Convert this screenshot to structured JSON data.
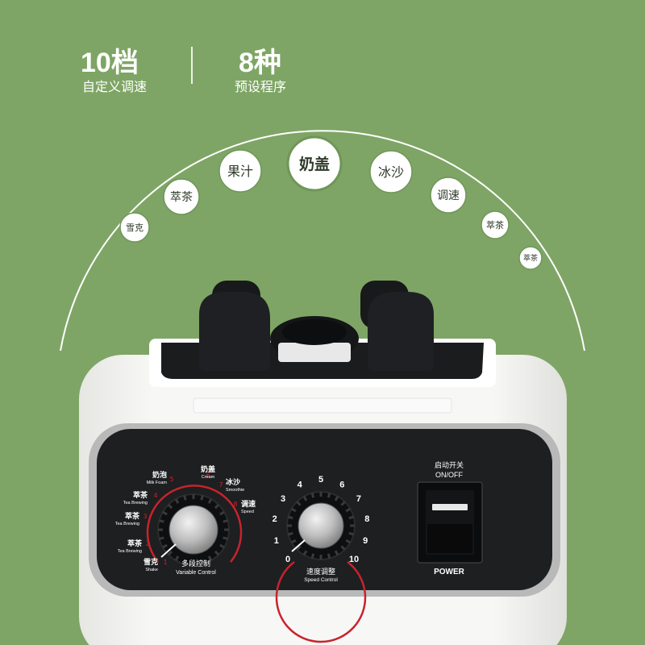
{
  "stats": [
    {
      "number": "10档",
      "label": "自定义调速"
    },
    {
      "number": "8种",
      "label": "预设程序"
    }
  ],
  "arc_labels": [
    "雪克",
    "萃茶",
    "果汁",
    "奶盖",
    "冰沙",
    "调速",
    "萃茶",
    "萃茶"
  ],
  "left_knob": {
    "modes": [
      {
        "num": "1",
        "zh": "雪克",
        "en": "Shake"
      },
      {
        "num": "2",
        "zh": "萃茶",
        "en": "Tea Brewing"
      },
      {
        "num": "3",
        "zh": "萃茶",
        "en": "Tea Brewing"
      },
      {
        "num": "4",
        "zh": "萃茶",
        "en": "Tea Brewing"
      },
      {
        "num": "5",
        "zh": "奶泡",
        "en": "Milk Foam"
      },
      {
        "num": "6",
        "zh": "奶盖",
        "en": "Cream"
      },
      {
        "num": "7",
        "zh": "冰沙",
        "en": "Smoothie"
      },
      {
        "num": "8",
        "zh": "调速",
        "en": "Speed"
      }
    ],
    "label_zh": "多段控制",
    "label_en": "Variable Control"
  },
  "right_knob": {
    "ticks": [
      "0",
      "1",
      "2",
      "3",
      "4",
      "5",
      "6",
      "7",
      "8",
      "9",
      "10"
    ],
    "label_zh": "速度调整",
    "label_en": "Speed Control"
  },
  "switch": {
    "label_zh": "启动开关",
    "label_en": "ON/OFF",
    "power": "POWER"
  },
  "colors": {
    "background": "#7ea565",
    "panel": "#1d1f21",
    "accent_red": "#c8232c",
    "body_white": "#f4f4f2"
  }
}
